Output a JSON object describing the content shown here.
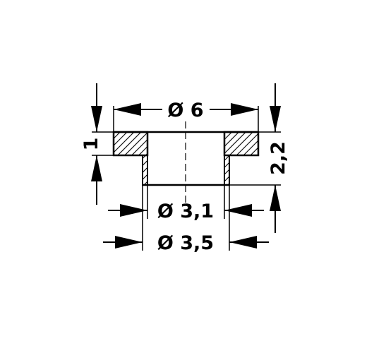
{
  "drawing": {
    "dim_outer_diameter": "Ø 6",
    "dim_inner_diameter": "Ø 3,1",
    "dim_bore_diameter": "Ø 3,5",
    "dim_flange_thickness": "1",
    "dim_total_height": "2,2"
  },
  "colors": {
    "line": "#000000",
    "background": "#ffffff"
  }
}
